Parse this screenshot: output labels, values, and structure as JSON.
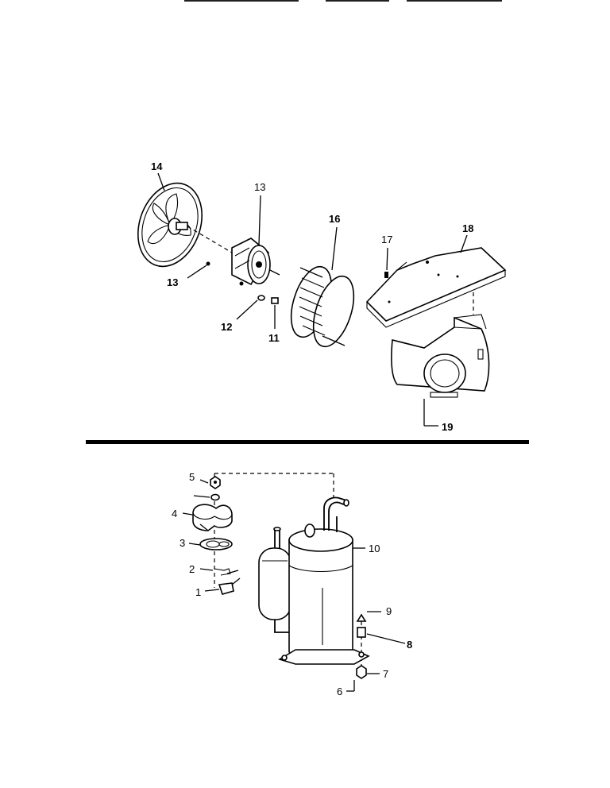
{
  "labels": {
    "blower_section": {
      "p14": "14",
      "p13_motor": "13",
      "p16": "16",
      "p17": "17",
      "p18": "18",
      "p13_screw": "13",
      "p12": "12",
      "p11": "11",
      "p19": "19"
    },
    "compressor_section": {
      "p5": "5",
      "p4": "4",
      "p3": "3",
      "p2": "2",
      "p1": "1",
      "p10": "10",
      "p9": "9",
      "p8": "8",
      "p7": "7",
      "p6": "6"
    }
  }
}
